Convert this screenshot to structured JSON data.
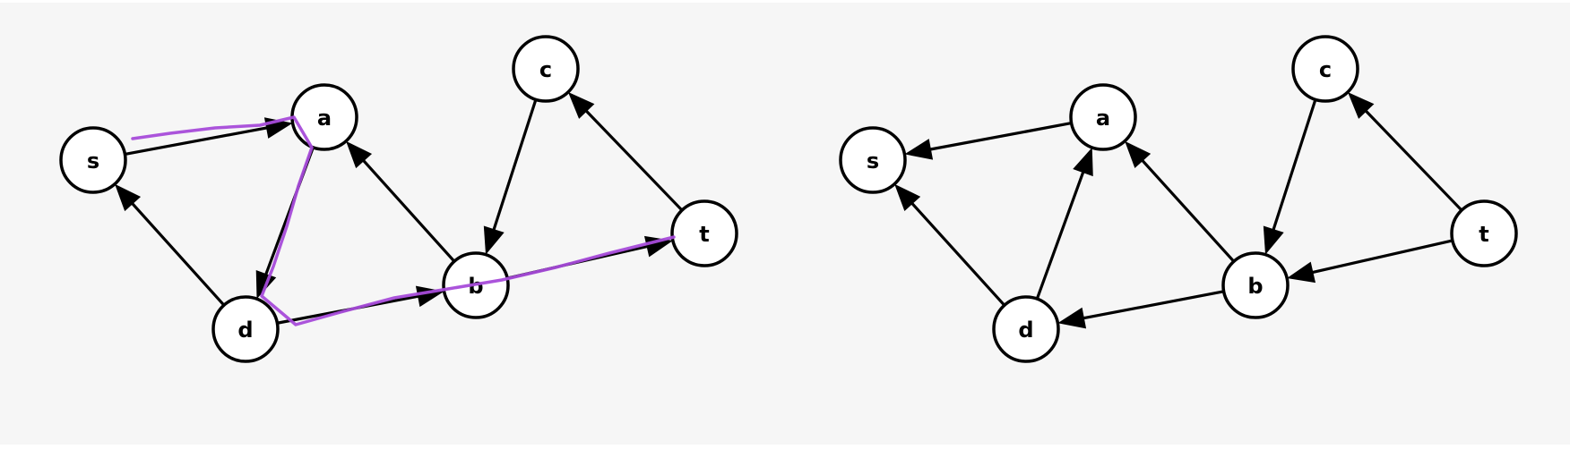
{
  "colors": {
    "background": "#f6f6f6",
    "node_fill": "#ffffff",
    "stroke": "#000000",
    "highlight": "#a64bd9"
  },
  "graphs": [
    {
      "id": "left-graph",
      "nodes": [
        {
          "id": "s",
          "label": "s"
        },
        {
          "id": "a",
          "label": "a"
        },
        {
          "id": "c",
          "label": "c"
        },
        {
          "id": "t",
          "label": "t"
        },
        {
          "id": "b",
          "label": "b"
        },
        {
          "id": "d",
          "label": "d"
        }
      ],
      "edges": [
        {
          "from": "s",
          "to": "a"
        },
        {
          "from": "a",
          "to": "d"
        },
        {
          "from": "d",
          "to": "s"
        },
        {
          "from": "d",
          "to": "b"
        },
        {
          "from": "b",
          "to": "a"
        },
        {
          "from": "c",
          "to": "b"
        },
        {
          "from": "t",
          "to": "c"
        },
        {
          "from": "b",
          "to": "t"
        }
      ],
      "highlighted_path": [
        "s",
        "a",
        "d",
        "b",
        "t"
      ]
    },
    {
      "id": "right-graph",
      "nodes": [
        {
          "id": "s",
          "label": "s"
        },
        {
          "id": "a",
          "label": "a"
        },
        {
          "id": "c",
          "label": "c"
        },
        {
          "id": "t",
          "label": "t"
        },
        {
          "id": "b",
          "label": "b"
        },
        {
          "id": "d",
          "label": "d"
        }
      ],
      "edges": [
        {
          "from": "a",
          "to": "s"
        },
        {
          "from": "d",
          "to": "a"
        },
        {
          "from": "d",
          "to": "s"
        },
        {
          "from": "b",
          "to": "d"
        },
        {
          "from": "b",
          "to": "a"
        },
        {
          "from": "c",
          "to": "b"
        },
        {
          "from": "t",
          "to": "c"
        },
        {
          "from": "t",
          "to": "b"
        }
      ],
      "highlighted_path": []
    }
  ]
}
